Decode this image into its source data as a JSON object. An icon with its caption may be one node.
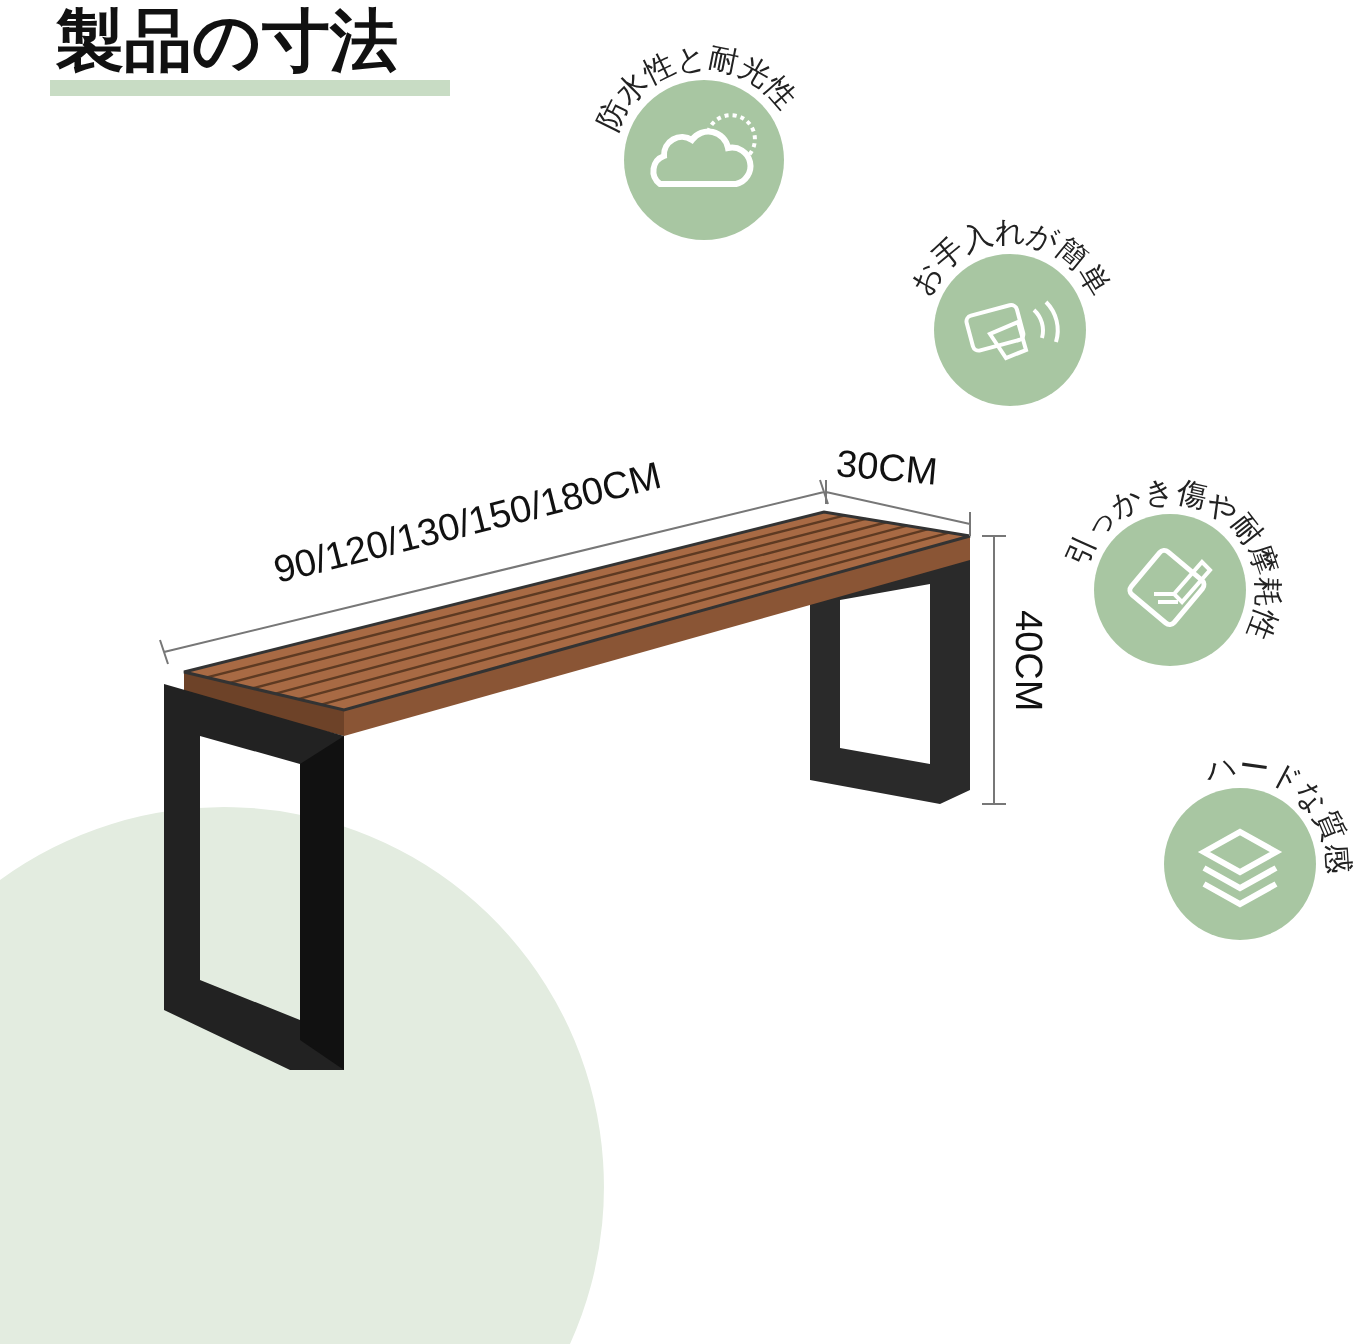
{
  "diagram": {
    "title": "製品の寸法",
    "nodes": [
      {
        "text": [
          "防水性と耐光性"
        ]
      },
      {
        "text": [
          "お手入れが簡単"
        ]
      },
      {
        "text": [
          "引っかき傷や耐摩耗性"
        ]
      },
      {
        "text": [
          "ハードな質感"
        ]
      }
    ],
    "labels": [
      "90/120/130/150/180CM",
      "30CM",
      "40CM"
    ]
  }
}
